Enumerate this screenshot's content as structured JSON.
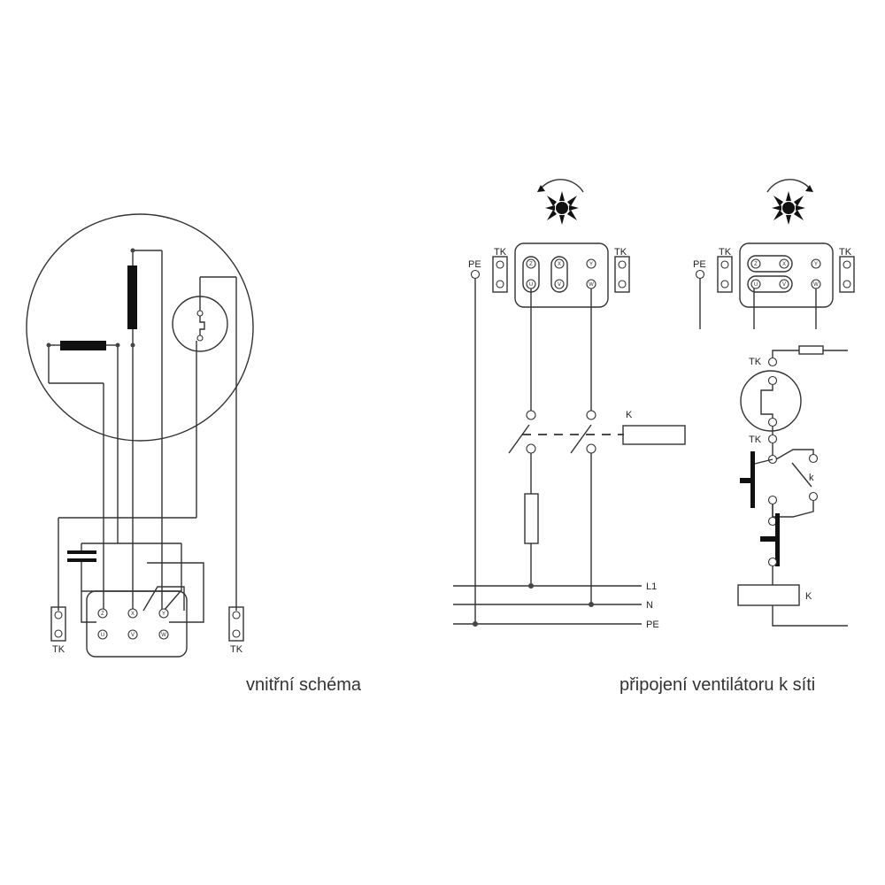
{
  "captions": {
    "internal": "vnitřní schéma",
    "connection": "připojení ventilátoru k síti"
  },
  "labels": {
    "tk": "TK",
    "pe": "PE",
    "k_upper": "K",
    "k_lower": "k",
    "l1": "L1",
    "n": "N"
  },
  "terminals": {
    "z": "Z",
    "x": "X",
    "y": "Y",
    "u": "U",
    "v": "V",
    "w": "W"
  },
  "icons": [
    "fan-ccw-icon",
    "fan-cw-icon"
  ]
}
